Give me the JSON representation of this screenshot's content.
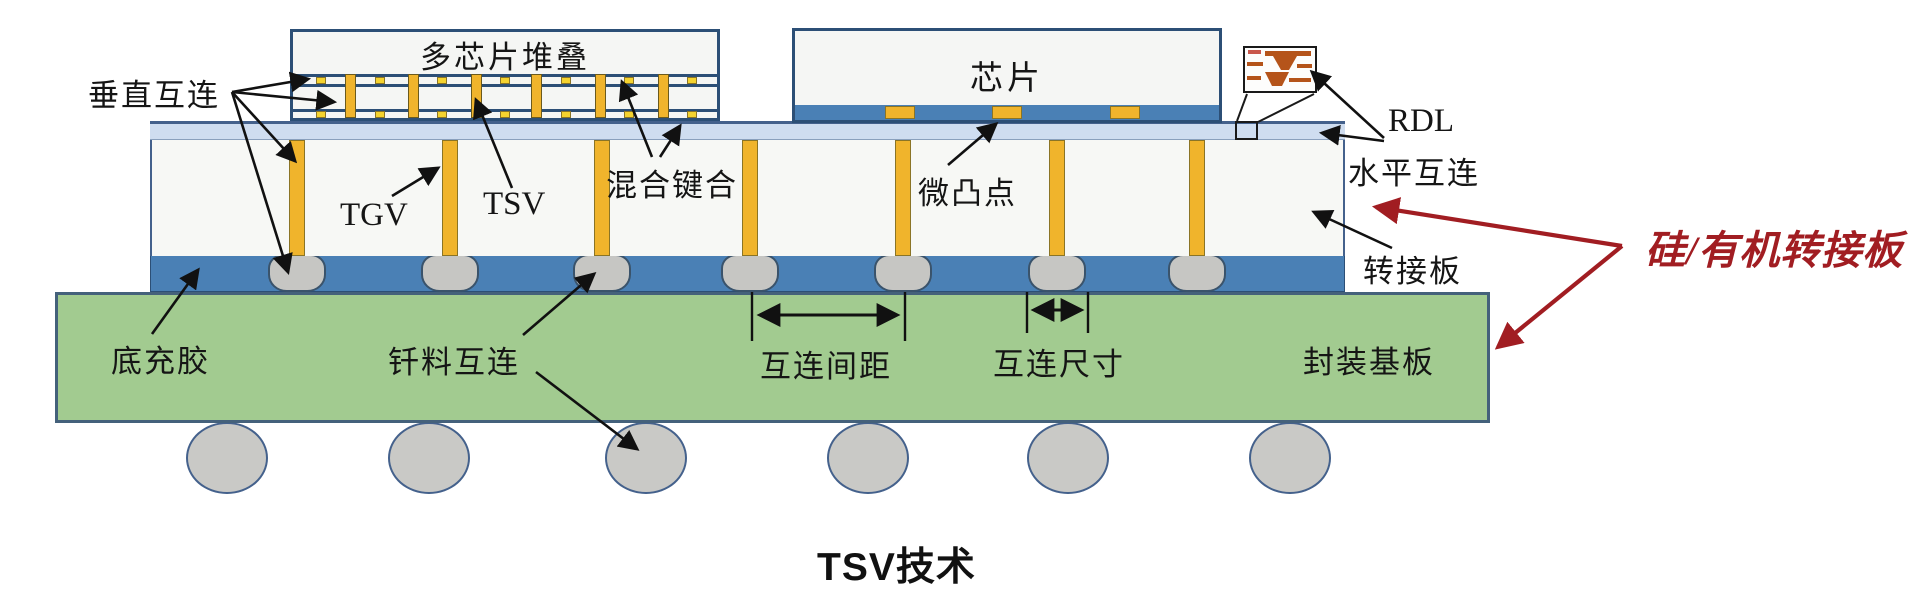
{
  "title": "TSV技术",
  "labels": {
    "vertical_interconnect": "垂直互连",
    "multi_chip_stack": "多芯片堆叠",
    "tgv": "TGV",
    "tsv": "TSV",
    "hybrid_bonding": "混合键合",
    "chip": "芯片",
    "micro_bump": "微凸点",
    "rdl": "RDL",
    "horizontal_interconnect": "水平互连",
    "interposer": "转接板",
    "underfill": "底充胶",
    "solder_interconnect": "钎料互连",
    "interconnect_pitch": "互连间距",
    "interconnect_size": "互连尺寸",
    "package_substrate": "封装基板",
    "si_organic_interposer": "硅/有机转接板"
  },
  "colors": {
    "substrate_green": "#a2cb90",
    "underfill_blue": "#4a80b5",
    "via_yellow": "#f0b42c",
    "bump_gray": "#c6c6c3",
    "outline_blue": "#2c4f76",
    "rdl_strip_blue": "#cfddf0",
    "rdl_trace_orange": "#b5541a",
    "annotation_red": "#a11d22"
  }
}
